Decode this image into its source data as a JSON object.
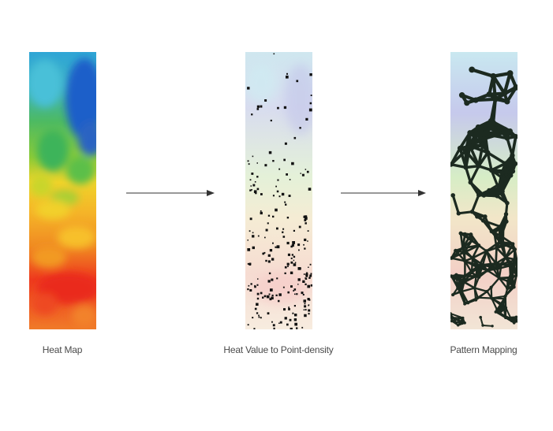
{
  "stages": [
    {
      "id": "heat",
      "caption": "Heat Map"
    },
    {
      "id": "points",
      "caption": "Heat Value to Point-density"
    },
    {
      "id": "pattern",
      "caption": "Pattern Mapping"
    }
  ],
  "colors": {
    "arrow": "#333333",
    "caption": "#4a4a4a",
    "dots": "#111111",
    "pattern_lines": "#1c2a20"
  },
  "icons": [
    "right-arrow-icon",
    "right-arrow-icon"
  ]
}
